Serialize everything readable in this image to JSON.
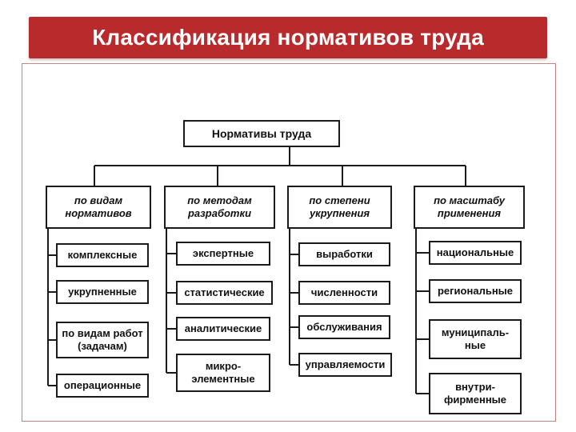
{
  "title": "Классификация нормативов труда",
  "diagram": {
    "root": "Нормативы труда",
    "categories": [
      {
        "label": "по видам\nнормативов",
        "items": [
          "комплексные",
          "укрупненные",
          "по видам работ\n(задачам)",
          "операционные"
        ]
      },
      {
        "label": "по методам\nразработки",
        "items": [
          "экспертные",
          "статистические",
          "аналитические",
          "микро-\nэлементные"
        ]
      },
      {
        "label": "по степени\nукрупнения",
        "items": [
          "выработки",
          "численности",
          "обслуживания",
          "управляемости"
        ]
      },
      {
        "label": "по масштабу\nприменения",
        "items": [
          "национальные",
          "региональные",
          "муниципаль-\nные",
          "внутри-\nфирменные"
        ]
      }
    ]
  }
}
